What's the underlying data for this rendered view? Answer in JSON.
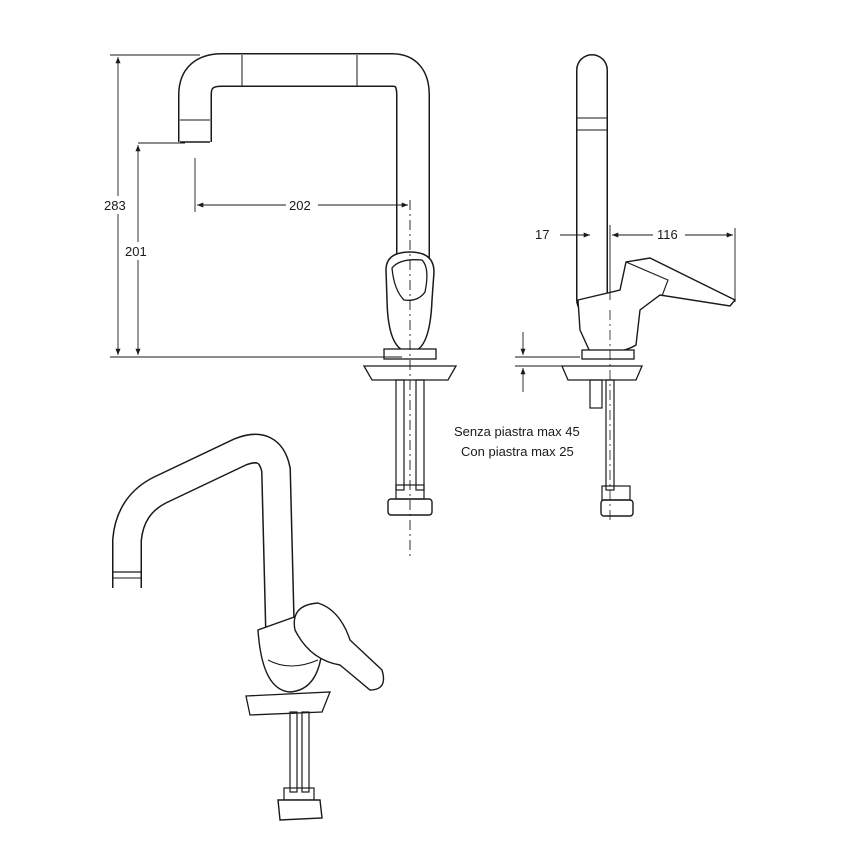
{
  "dimensions": {
    "total_height": "283",
    "spout_height": "201",
    "spout_reach": "202",
    "side_offset": "17",
    "handle_reach": "116"
  },
  "notes": {
    "without_plate": "Senza piastra max 45",
    "with_plate": "Con piastra max 25"
  },
  "colors": {
    "line": "#1a1a1a",
    "background": "#ffffff"
  }
}
